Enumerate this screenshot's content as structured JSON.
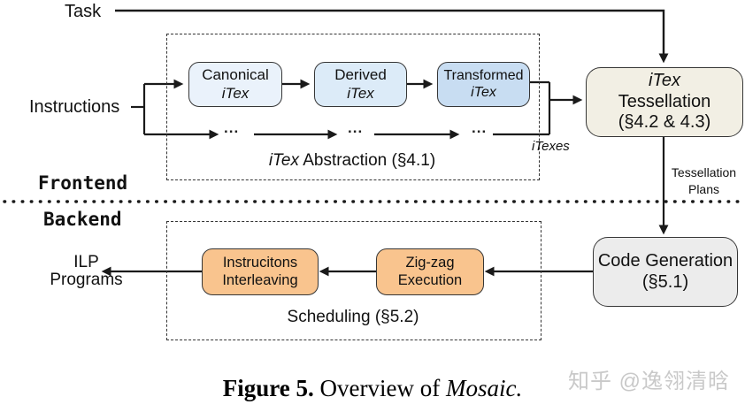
{
  "diagram": {
    "task_label": "Task",
    "instructions_label": "Instructions",
    "frontend_label": "Frontend",
    "backend_label": "Backend",
    "ilp_label_line1": "ILP",
    "ilp_label_line2": "Programs",
    "ellipsis": "...",
    "abstraction_label_italic": "iTex",
    "abstraction_label_rest": " Abstraction (§4.1)",
    "itexes_label": "iTexes",
    "tessellation_plans_line1": "Tessellation",
    "tessellation_plans_line2": "Plans",
    "scheduling_label": "Scheduling (§5.2)",
    "nodes": {
      "canonical": {
        "line1": "Canonical",
        "line2": "iTex",
        "fill": "#eaf2fb"
      },
      "derived": {
        "line1": "Derived",
        "line2": "iTex",
        "fill": "#dcebf8"
      },
      "transformed": {
        "line1": "Transformed",
        "line2": "iTex",
        "fill": "#c8ddf2"
      },
      "tessellation": {
        "line1": "iTex",
        "line2": "Tessellation",
        "line3": "(§4.2 & 4.3)",
        "fill": "#f2efe4"
      },
      "code_generation": {
        "line1": "Code Generation",
        "line2": "(§5.1)",
        "fill": "#ececec"
      },
      "zigzag": {
        "line1": "Zig-zag",
        "line2": "Execution",
        "fill": "#f9c48e"
      },
      "interleaving": {
        "line1": "Instrucitons",
        "line2": "Interleaving",
        "fill": "#f9c48e"
      }
    }
  },
  "caption": {
    "figure_bold": "Figure 5.",
    "regular": " Overview of ",
    "italic_name": "Mosaic."
  },
  "watermark": "知乎 @逸翎清晗",
  "colors": {
    "line": "#1a1a1a",
    "dashed_border": "#333333",
    "canonical_fill": "#eaf2fb",
    "derived_fill": "#dcebf8",
    "transformed_fill": "#c8ddf2",
    "tessellation_fill": "#f2efe4",
    "code_generation_fill": "#ececec",
    "orange_fill": "#f9c48e",
    "watermark_gray": "#c9c9c9"
  }
}
